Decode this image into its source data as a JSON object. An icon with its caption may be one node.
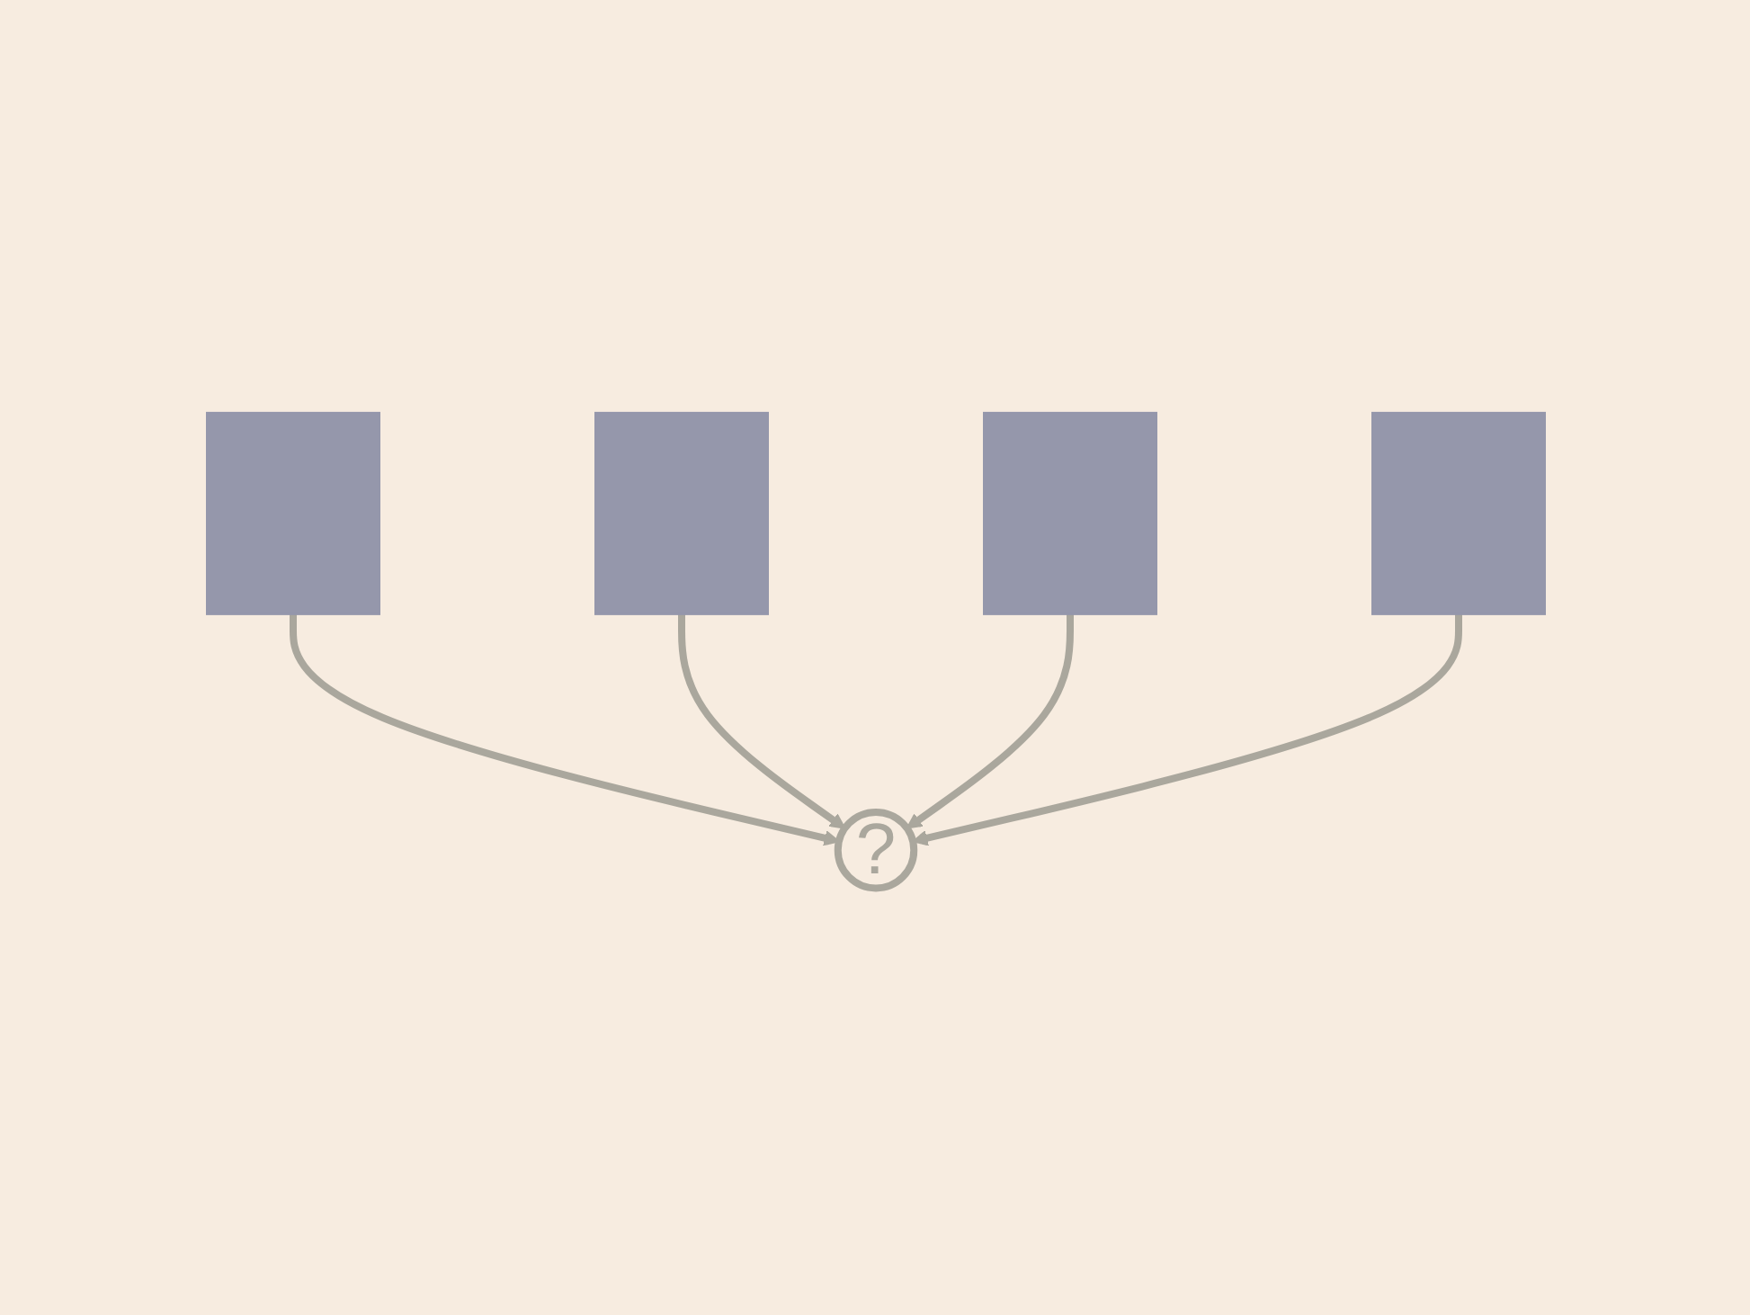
{
  "diagram": {
    "nodes": [
      {
        "text": [],
        "shape": "box"
      },
      {
        "text": [],
        "shape": "box"
      },
      {
        "text": [
          "?"
        ]
      },
      {
        "text": [],
        "shape": "box"
      },
      {
        "text": [],
        "shape": "box"
      }
    ],
    "edges": [
      {
        "from": 0,
        "to": 2,
        "arrow": "to"
      },
      {
        "from": 1,
        "to": 2,
        "arrow": "to"
      },
      {
        "from": 3,
        "to": 2,
        "arrow": "to"
      },
      {
        "from": 4,
        "to": 2,
        "arrow": "to"
      }
    ]
  }
}
